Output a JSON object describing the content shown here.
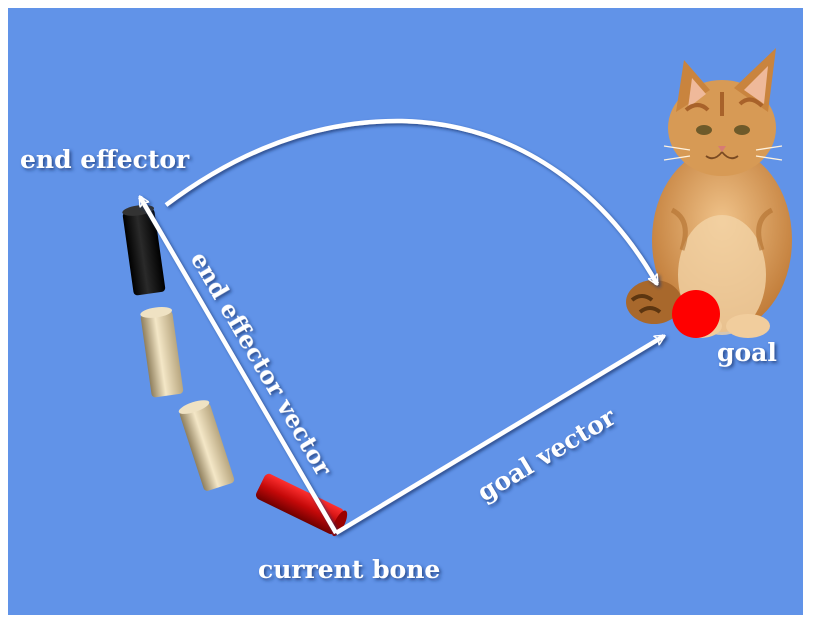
{
  "diagram": {
    "background_color": "#6193e8",
    "frame_color": "#ffffff",
    "arrow_color": "#ffffff",
    "labels": {
      "end_effector": "end effector",
      "end_effector_vector": "end effector vector",
      "goal_vector": "goal vector",
      "goal": "goal",
      "current_bone": "current bone"
    },
    "bones": [
      {
        "name": "end-effector-bone",
        "color": "#111111"
      },
      {
        "name": "middle-bone-1",
        "color": "#e5d5b1"
      },
      {
        "name": "middle-bone-2",
        "color": "#e5d5b1"
      },
      {
        "name": "current-bone",
        "color": "#c80e0e"
      }
    ],
    "goal_marker": {
      "color": "#ff0000"
    },
    "cat_colors": {
      "fur": "#d99a52",
      "fur_dark": "#b06e2c",
      "fur_light": "#f2cfa0"
    }
  }
}
